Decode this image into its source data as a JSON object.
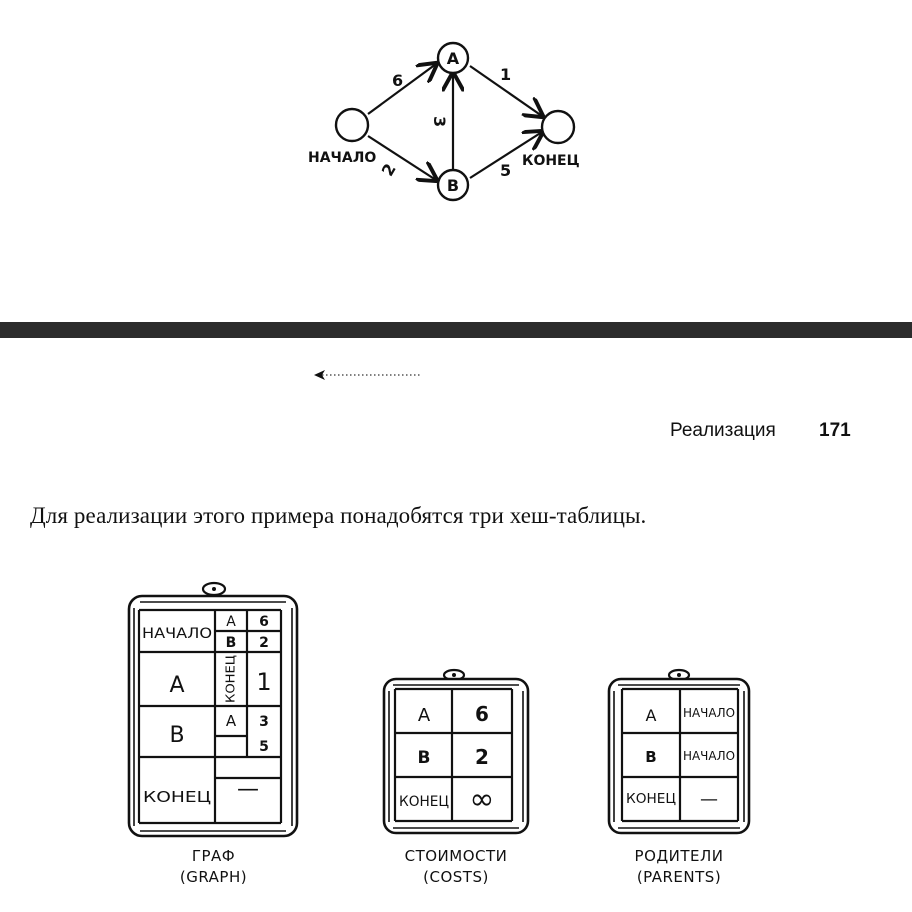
{
  "graph": {
    "nodes": {
      "a": "A",
      "b": "B"
    },
    "labels": {
      "start": "НАЧАЛО",
      "end": "КОНЕЦ"
    },
    "weights": {
      "start_a": "6",
      "start_b": "2",
      "b_a": "3",
      "a_end": "1",
      "b_end": "5"
    }
  },
  "header": {
    "section": "Реализация",
    "page": "171"
  },
  "body": {
    "intro": "Для реализации этого примера понадобятся три хеш-таблицы."
  },
  "tables": {
    "graph": {
      "rows": [
        {
          "key": "НАЧАЛО",
          "neighbors": [
            {
              "node": "A",
              "cost": "6"
            },
            {
              "node": "B",
              "cost": "2"
            }
          ]
        },
        {
          "key": "A",
          "inner_key": "КОНЕЦ",
          "cost": "1"
        },
        {
          "key": "B",
          "neighbors": [
            {
              "node": "A",
              "cost": "3"
            },
            {
              "node": "",
              "cost": "5"
            }
          ]
        },
        {
          "key": "КОНЕЦ",
          "value": "—"
        }
      ],
      "caption": [
        "ГРАФ",
        "(GRAPH)"
      ]
    },
    "costs": {
      "rows": [
        {
          "key": "A",
          "value": "6"
        },
        {
          "key": "B",
          "value": "2"
        },
        {
          "key": "КОНЕЦ",
          "value": "∞"
        }
      ],
      "caption": [
        "СТОИМОСТИ",
        "(COSTS)"
      ]
    },
    "parents": {
      "rows": [
        {
          "key": "A",
          "value": "НАЧАЛО"
        },
        {
          "key": "B",
          "value": "НАЧАЛО"
        },
        {
          "key": "КОНЕЦ",
          "value": "—"
        }
      ],
      "caption": [
        "РОДИТЕЛИ",
        "(PARENTS)"
      ]
    }
  }
}
